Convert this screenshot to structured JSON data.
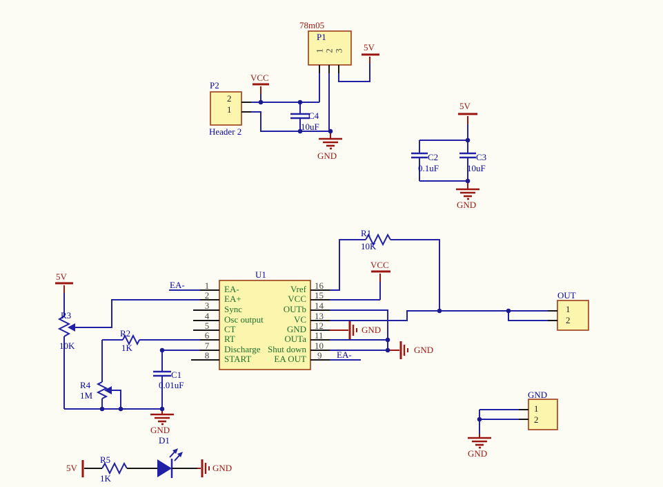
{
  "colors": {
    "background": "#fdfcf4",
    "wire": "#2121a5",
    "pin_black": "#151515",
    "power_red": "#9b1510",
    "designator_blue": "#0404a8",
    "pin_name_green": "#1e6f2e",
    "pin_number_gray": "#444444",
    "component_fill": "#fbf5ad",
    "component_border": "#9e3b17"
  },
  "nets": {
    "vcc": "VCC",
    "v5": "5V",
    "gnd": "GND",
    "ea": "EA-"
  },
  "reg": {
    "comment": "78m05",
    "ref": "P1",
    "p1": "1",
    "p2": "2",
    "p3": "3"
  },
  "hdr": {
    "ref": "P2",
    "pin_top": "2",
    "pin_bot": "1",
    "comment": "Header 2"
  },
  "c1": {
    "ref": "C1",
    "val": "0.01uF"
  },
  "c2": {
    "ref": "C2",
    "val": "0.1uF"
  },
  "c3": {
    "ref": "C3",
    "val": "10uF"
  },
  "c4": {
    "ref": "C4",
    "val": "10uF"
  },
  "r1": {
    "ref": "R1",
    "val": "10K"
  },
  "r2": {
    "ref": "R2",
    "val": "1K"
  },
  "r3": {
    "ref": "R3",
    "val": "10K"
  },
  "r4": {
    "ref": "R4",
    "val": "1M"
  },
  "r5": {
    "ref": "R5",
    "val": "1K"
  },
  "d1": {
    "ref": "D1"
  },
  "u1": {
    "ref": "U1",
    "left_pins": [
      {
        "num": "1",
        "name": "EA-"
      },
      {
        "num": "2",
        "name": "EA+"
      },
      {
        "num": "3",
        "name": "Sync"
      },
      {
        "num": "4",
        "name": "Osc output"
      },
      {
        "num": "5",
        "name": "CT"
      },
      {
        "num": "6",
        "name": "RT"
      },
      {
        "num": "7",
        "name": "Discharge"
      },
      {
        "num": "8",
        "name": "START"
      }
    ],
    "right_pins": [
      {
        "num": "16",
        "name": "Vref"
      },
      {
        "num": "15",
        "name": "VCC"
      },
      {
        "num": "14",
        "name": "OUTb"
      },
      {
        "num": "13",
        "name": "VC"
      },
      {
        "num": "12",
        "name": "GND"
      },
      {
        "num": "11",
        "name": "OUTa"
      },
      {
        "num": "10",
        "name": "Shut down"
      },
      {
        "num": "9",
        "name": "EA OUT"
      }
    ]
  },
  "out_conn": {
    "ref": "OUT",
    "p1": "1",
    "p2": "2"
  },
  "gnd_conn": {
    "ref": "GND",
    "p1": "1",
    "p2": "2"
  }
}
